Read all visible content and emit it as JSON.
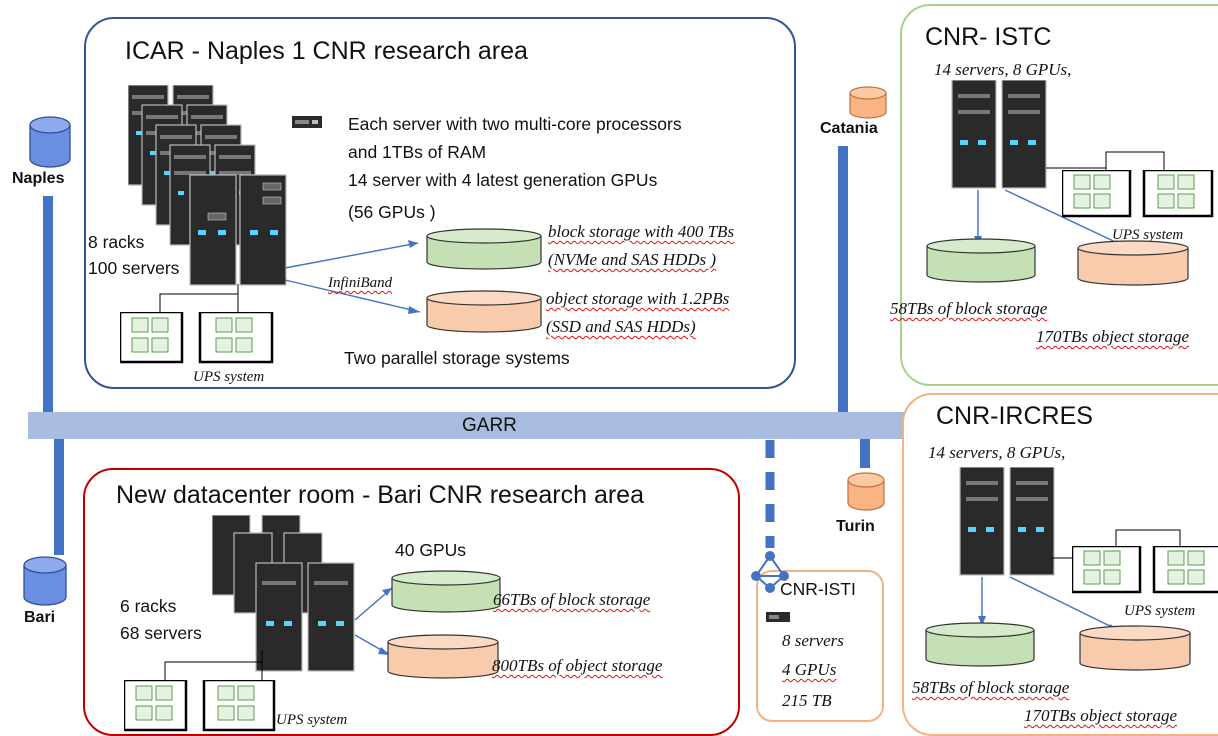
{
  "colors": {
    "garr_bar": "#a7bce0",
    "link_line": "#4472c4",
    "naples_border": "#2f5597",
    "bari_border": "#c00000",
    "istc_border": "#a9d18e",
    "ircres_border": "#f4b183",
    "isti_border": "#f4b183",
    "block_storage_fill": "#c5e0b4",
    "object_storage_fill": "#f8cbad",
    "city_blue": "#6a8fe0",
    "city_orange": "#f8b482"
  },
  "backbone": {
    "label": "GARR"
  },
  "cities": {
    "naples": "Naples",
    "bari": "Bari",
    "catania": "Catania",
    "turin": "Turin"
  },
  "icar": {
    "title": "ICAR - Naples 1 CNR research area",
    "desc_line1": "Each server with two multi-core processors",
    "desc_line2": "and 1TBs of RAM",
    "desc_line3": " 14 server with 4 latest generation GPUs",
    "desc_line4": "(56 GPUs )",
    "racks": "8 racks",
    "servers": "100 servers",
    "infiniband": "InfiniBand",
    "block_storage_line1": "block storage with 400 TBs",
    "block_storage_line2": "(NVMe and SAS HDDs )",
    "object_storage_line1": "object storage with 1.2PBs",
    "object_storage_line2": "(SSD and SAS HDDs)",
    "storage_caption": "Two parallel storage systems",
    "ups_label": "UPS system"
  },
  "bari_dc": {
    "title": "New datacenter room - Bari CNR research area",
    "gpus": "40 GPUs",
    "racks": "6 racks",
    "servers": "68 servers",
    "block_storage": "66TBs of block storage",
    "object_storage": "800TBs of object storage",
    "ups_label": "UPS system"
  },
  "istc": {
    "title": "CNR- ISTC",
    "subtitle": "14 servers, 8 GPUs,",
    "ups_label": "UPS system",
    "block_storage": "58TBs of block storage",
    "object_storage": "170TBs object storage"
  },
  "ircres": {
    "title": "CNR-IRCRES",
    "subtitle": "14 servers, 8 GPUs,",
    "ups_label": "UPS system",
    "block_storage": "58TBs of block storage",
    "object_storage": "170TBs object storage"
  },
  "isti": {
    "title": "CNR-ISTI",
    "servers": "8 servers",
    "gpus": "4 GPUs",
    "storage": "215 TB"
  }
}
